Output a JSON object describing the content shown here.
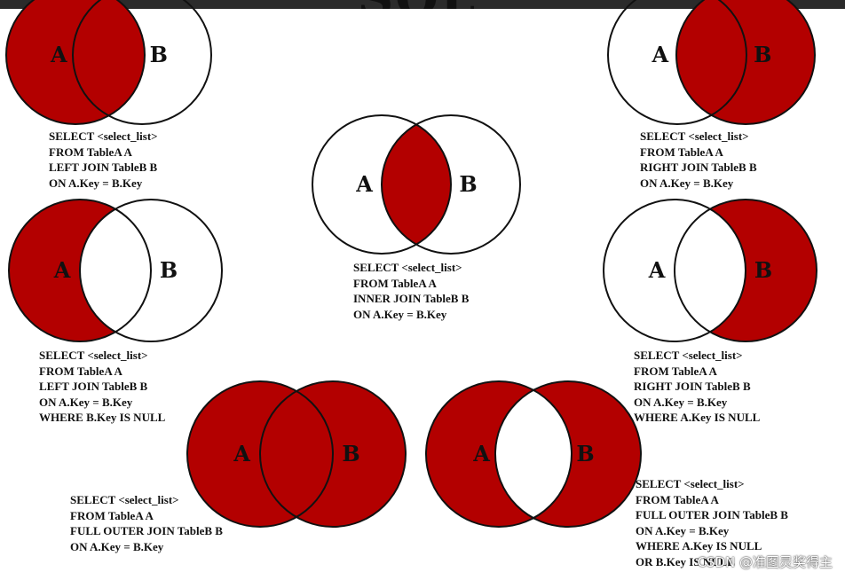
{
  "title": "SQL JOINS",
  "colors": {
    "fill": "#b30000",
    "stroke": "#111111",
    "background": "#ffffff"
  },
  "watermark": "CSDN @准图灵奖得主",
  "diagrams": [
    {
      "id": "left-join",
      "shade": "A",
      "label_a": "A",
      "label_b": "B",
      "code": [
        "SELECT <select_list>",
        "FROM TableA A",
        "LEFT JOIN TableB B",
        "ON A.Key = B.Key"
      ]
    },
    {
      "id": "right-join",
      "shade": "B",
      "label_a": "A",
      "label_b": "B",
      "code": [
        "SELECT <select_list>",
        "FROM TableA A",
        "RIGHT JOIN TableB B",
        "ON A.Key = B.Key"
      ]
    },
    {
      "id": "inner-join",
      "shade": "AB",
      "label_a": "A",
      "label_b": "B",
      "code": [
        "SELECT <select_list>",
        "FROM TableA A",
        "INNER JOIN TableB B",
        "ON A.Key = B.Key"
      ]
    },
    {
      "id": "left-excluding-join",
      "shade": "A-only",
      "label_a": "A",
      "label_b": "B",
      "code": [
        "SELECT <select_list>",
        "FROM TableA A",
        "LEFT JOIN TableB B",
        "ON A.Key = B.Key",
        "WHERE B.Key IS NULL"
      ]
    },
    {
      "id": "right-excluding-join",
      "shade": "B-only",
      "label_a": "A",
      "label_b": "B",
      "code": [
        "SELECT <select_list>",
        "FROM TableA A",
        "RIGHT JOIN TableB B",
        "ON A.Key = B.Key",
        "WHERE A.Key IS NULL"
      ]
    },
    {
      "id": "full-outer-join",
      "shade": "all",
      "label_a": "A",
      "label_b": "B",
      "code": [
        "SELECT <select_list>",
        "FROM TableA A",
        "FULL OUTER JOIN TableB B",
        "ON A.Key = B.Key"
      ]
    },
    {
      "id": "outer-excluding-join",
      "shade": "xor",
      "label_a": "A",
      "label_b": "B",
      "code": [
        "SELECT <select_list>",
        "FROM TableA A",
        "FULL OUTER JOIN TableB B",
        "ON A.Key = B.Key",
        "WHERE A.Key IS NULL",
        "OR B.Key IS NULL"
      ]
    }
  ]
}
